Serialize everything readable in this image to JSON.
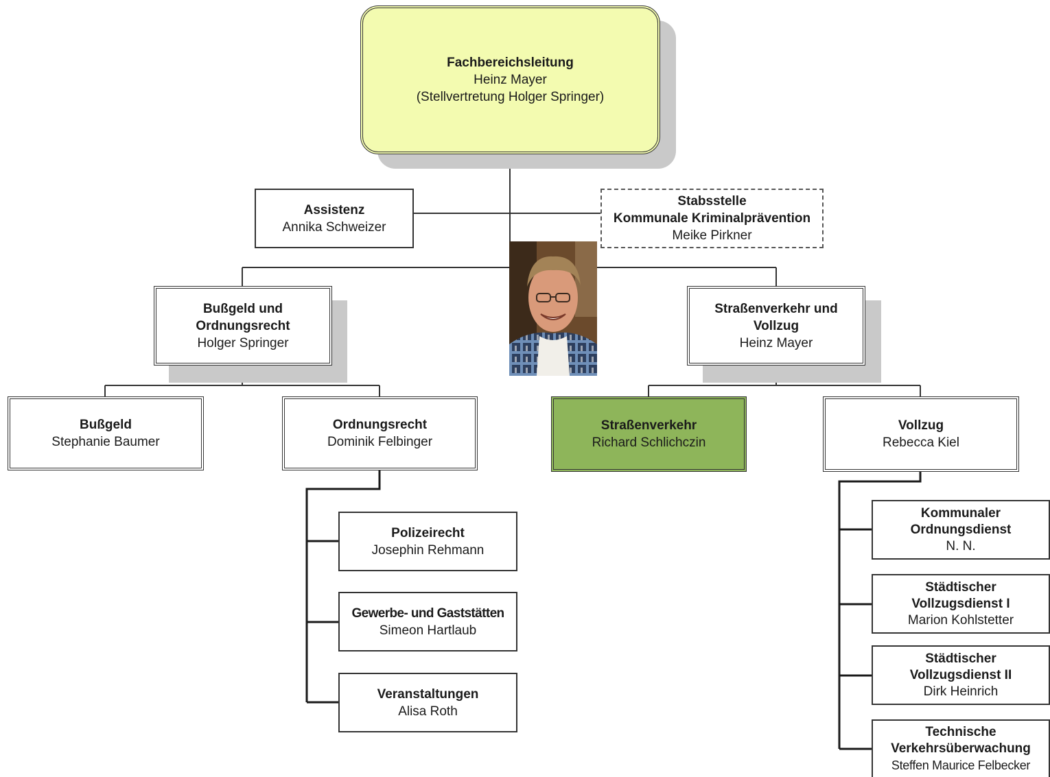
{
  "root": {
    "title": "Fachbereichsleitung",
    "name": "Heinz Mayer",
    "deputy": "(Stellvertretung Holger Springer)"
  },
  "assistenz": {
    "title": "Assistenz",
    "name": "Annika Schweizer"
  },
  "stab": {
    "title1": "Stabsstelle",
    "title2": "Kommunale Kriminalprävention",
    "name": "Meike Pirkner"
  },
  "dept_left": {
    "title1": "Bußgeld und",
    "title2": "Ordnungsrecht",
    "name": "Holger Springer"
  },
  "dept_right": {
    "title1": "Straßenverkehr und",
    "title2": "Vollzug",
    "name": "Heinz Mayer"
  },
  "bussgeld": {
    "title": "Bußgeld",
    "name": "Stephanie Baumer"
  },
  "ordnungsrecht": {
    "title": "Ordnungsrecht",
    "name": "Dominik Felbinger"
  },
  "strassenverkehr": {
    "title": "Straßenverkehr",
    "name": "Richard Schlichczin"
  },
  "vollzug": {
    "title": "Vollzug",
    "name": "Rebecca Kiel"
  },
  "polizeirecht": {
    "title": "Polizeirecht",
    "name": "Josephin Rehmann"
  },
  "gewerbe": {
    "title": "Gewerbe- und Gaststätten",
    "name": "Simeon Hartlaub"
  },
  "veranstaltungen": {
    "title": "Veranstaltungen",
    "name": "Alisa Roth"
  },
  "kod": {
    "title1": "Kommunaler",
    "title2": "Ordnungsdienst",
    "name": "N. N."
  },
  "svd1": {
    "title1": "Städtischer",
    "title2": "Vollzugsdienst I",
    "name": "Marion Kohlstetter"
  },
  "svd2": {
    "title1": "Städtischer",
    "title2": "Vollzugsdienst II",
    "name": "Dirk Heinrich"
  },
  "tvu": {
    "title1": "Technische",
    "title2": "Verkehrsüberwachung",
    "name": "Steffen Maurice Felbecker"
  },
  "colors": {
    "root_fill": "#f3fbb0",
    "highlight_fill": "#8eb55a",
    "line": "#333333",
    "shadow": "#c9c9c9"
  }
}
